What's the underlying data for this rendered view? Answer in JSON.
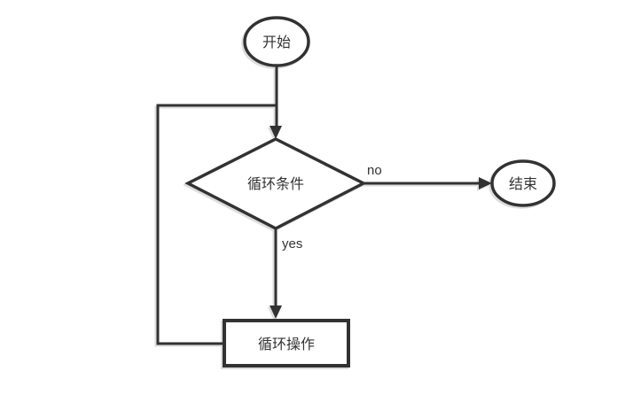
{
  "diagram": {
    "type": "flowchart",
    "background": "#ffffff",
    "colors": {
      "line": "#333333",
      "shape_fill": "#ffffff",
      "text": "#333333",
      "shadow": "#d9d9d9"
    },
    "nodes": [
      {
        "id": "start",
        "shape": "ellipse",
        "label": "开始"
      },
      {
        "id": "loop-condition",
        "shape": "diamond",
        "label": "循环条件"
      },
      {
        "id": "loop-operation",
        "shape": "rectangle",
        "label": "循环操作"
      },
      {
        "id": "end",
        "shape": "ellipse",
        "label": "结束"
      }
    ],
    "edges": [
      {
        "from": "start",
        "to": "loop-condition",
        "label": ""
      },
      {
        "from": "loop-condition",
        "to": "end",
        "label": "no"
      },
      {
        "from": "loop-condition",
        "to": "loop-operation",
        "label": "yes"
      },
      {
        "from": "loop-operation",
        "to": "loop-condition",
        "label": ""
      }
    ]
  }
}
